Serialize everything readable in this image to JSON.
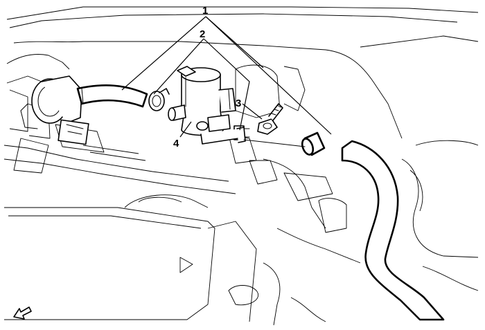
{
  "callouts": {
    "c1": "1",
    "c2": "2",
    "c3": "3",
    "c4": "4"
  },
  "parts": {
    "hose": "heater-hose",
    "clamp": "hose-clamp",
    "bolt": "pump-bolt",
    "pump": "auxiliary-coolant-pump"
  },
  "colors": {
    "line": "#000000",
    "background": "#ffffff"
  },
  "icons": {
    "front_indicator": "front-arrow-icon"
  }
}
